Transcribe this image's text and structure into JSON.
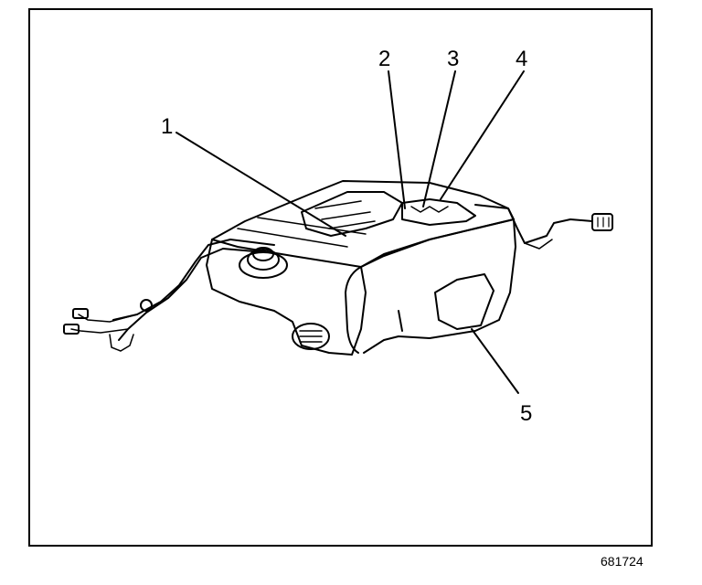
{
  "figure": {
    "callouts": [
      "1",
      "2",
      "3",
      "4",
      "5"
    ],
    "figure_number": "681724"
  }
}
